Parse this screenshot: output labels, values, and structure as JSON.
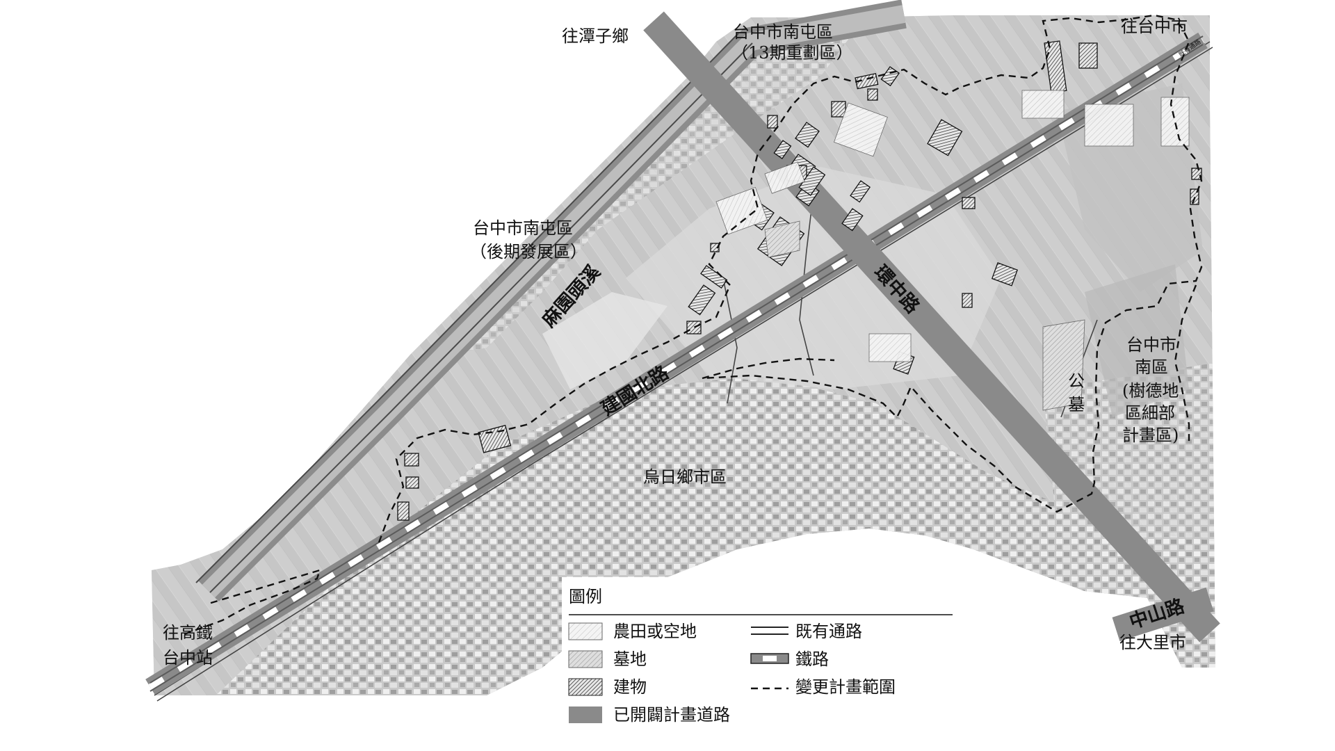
{
  "place_labels": {
    "tanzi": "往潭子鄉",
    "nantun13_line1": "台中市南屯區",
    "nantun13_line2": "（13期重劃區）",
    "taichung_city": "往台中市",
    "nantun_later_line1": "台中市南屯區",
    "nantun_later_line2": "（後期發展區）",
    "south_line1": "台中市",
    "south_line2": "南區",
    "south_line3": "(樹德地",
    "south_line4": "區細部",
    "south_line5": "計畫區)",
    "cemetery_line1": "公",
    "cemetery_line2": "墓",
    "wuri": "烏日鄉市區",
    "hsr_line1": "往高鐵",
    "hsr_line2": "台中站",
    "dali": "往大里市",
    "existing_road_tag": "既有通路"
  },
  "road_labels": {
    "creek": "麻園頭溪",
    "jianguo_north": "建國北路",
    "huanzhong": "環中路",
    "zhongshan": "中山路"
  },
  "legend": {
    "title": "圖例",
    "items": [
      {
        "label": "農田或空地",
        "pattern": "farmland"
      },
      {
        "label": "既有通路",
        "pattern": "existing-road"
      },
      {
        "label": "墓地",
        "pattern": "cemetery"
      },
      {
        "label": "鐵路",
        "pattern": "railway"
      },
      {
        "label": "建物",
        "pattern": "building"
      },
      {
        "label": "變更計畫範圍",
        "pattern": "boundary"
      },
      {
        "label": "已開闢計畫道路",
        "pattern": "planned-road"
      }
    ]
  },
  "colors": {
    "planned_road": "#8a8a8a",
    "aerial_light": "#d4d4d4",
    "aerial_dark": "#a8a8a8",
    "line": "#333333"
  }
}
